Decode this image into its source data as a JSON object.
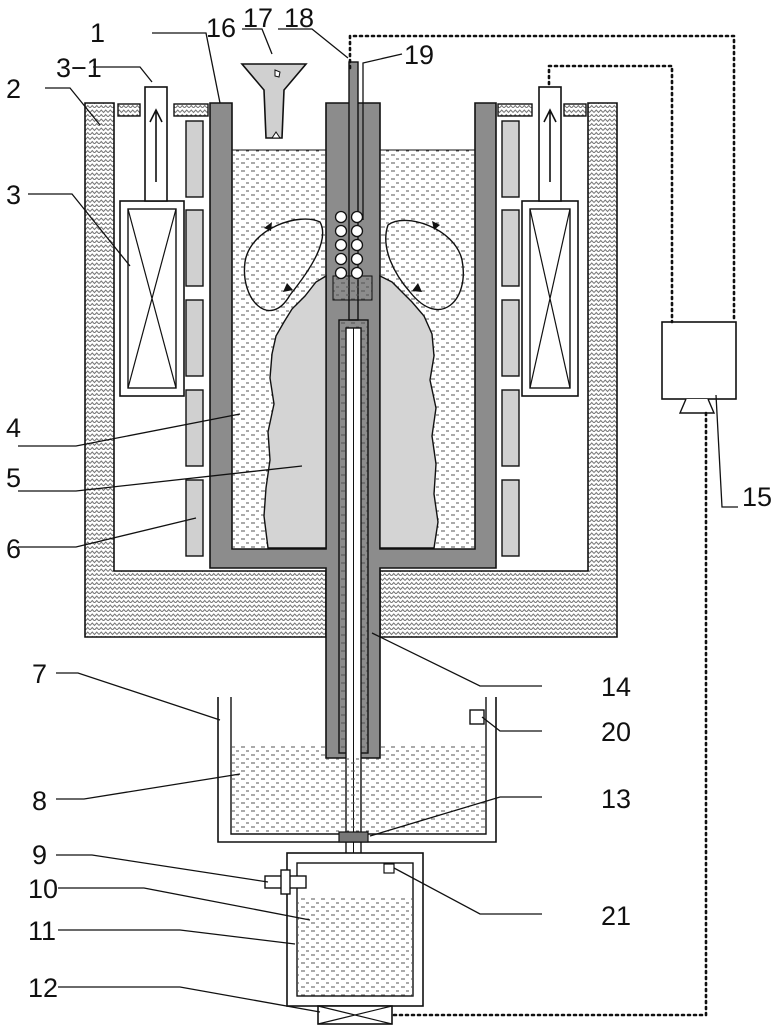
{
  "labels": {
    "l1": "1",
    "l2": "2",
    "l3": "3",
    "l3_1": "3−1",
    "l4": "4",
    "l5": "5",
    "l6": "6",
    "l7": "7",
    "l8": "8",
    "l9": "9",
    "l10": "10",
    "l11": "11",
    "l12": "12",
    "l13": "13",
    "l14": "14",
    "l15": "15",
    "l16": "16",
    "l17": "17",
    "l18": "18",
    "l19": "19",
    "l20": "20",
    "l21": "21"
  },
  "colors": {
    "wall": "#8c8c8c",
    "melt": "#d4d4d4",
    "block": "#d0d0d0",
    "liquid_dash": "#5a5a5a",
    "insulation": "#bdbdbd"
  }
}
